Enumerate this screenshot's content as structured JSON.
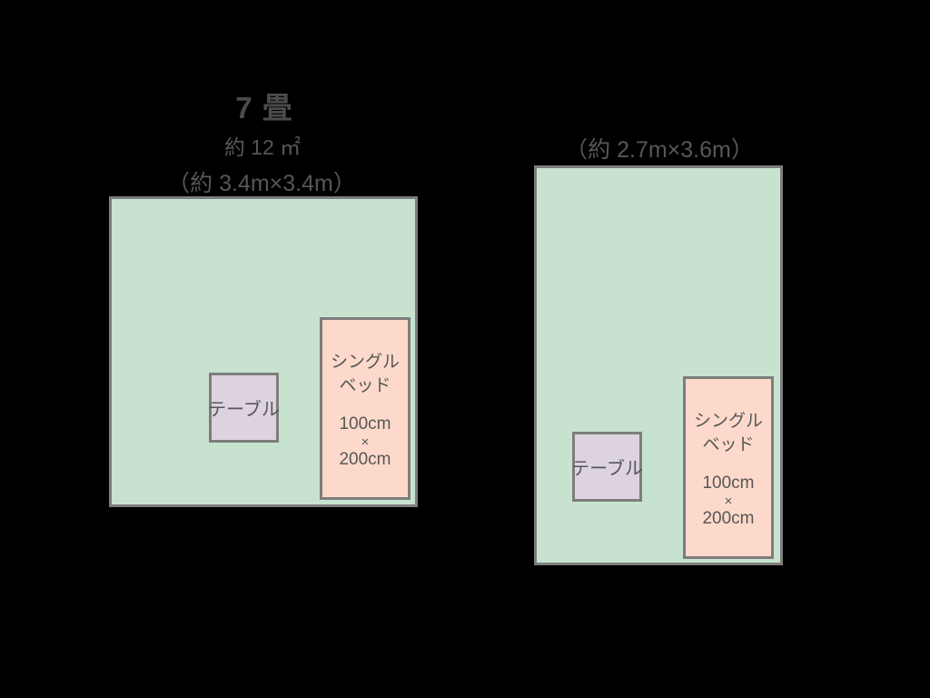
{
  "colors": {
    "background": "#000000",
    "room_fill": "#c7e3d0",
    "bed_fill": "#fcd9ca",
    "table_fill": "#ddd3e0",
    "outline": "#7d7d7d",
    "text": "#575757",
    "title_text": "#4b4b4b"
  },
  "header": {
    "title": "7 畳"
  },
  "left_room": {
    "area_label": "約 12 ㎡",
    "dimensions_label": "（約 3.4m×3.4m）",
    "table": {
      "label": "テーブル"
    },
    "bed": {
      "name_line1": "シングル",
      "name_line2": "ベッド",
      "size_width": "100cm",
      "size_times": "×",
      "size_length": "200cm"
    }
  },
  "right_room": {
    "dimensions_label": "（約 2.7m×3.6m）",
    "table": {
      "label": "テーブル"
    },
    "bed": {
      "name_line1": "シングル",
      "name_line2": "ベッド",
      "size_width": "100cm",
      "size_times": "×",
      "size_length": "200cm"
    }
  }
}
